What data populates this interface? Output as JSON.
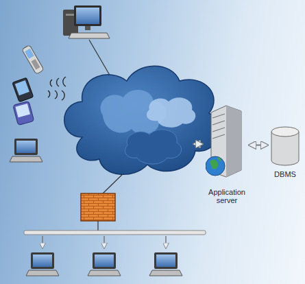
{
  "diagram": {
    "nodes": [
      {
        "text": [
          "Application server"
        ]
      },
      {
        "text": [
          "DBMS"
        ]
      }
    ],
    "edges": [
      {
        "from": 0,
        "to": 1,
        "arrow": "both"
      }
    ]
  }
}
